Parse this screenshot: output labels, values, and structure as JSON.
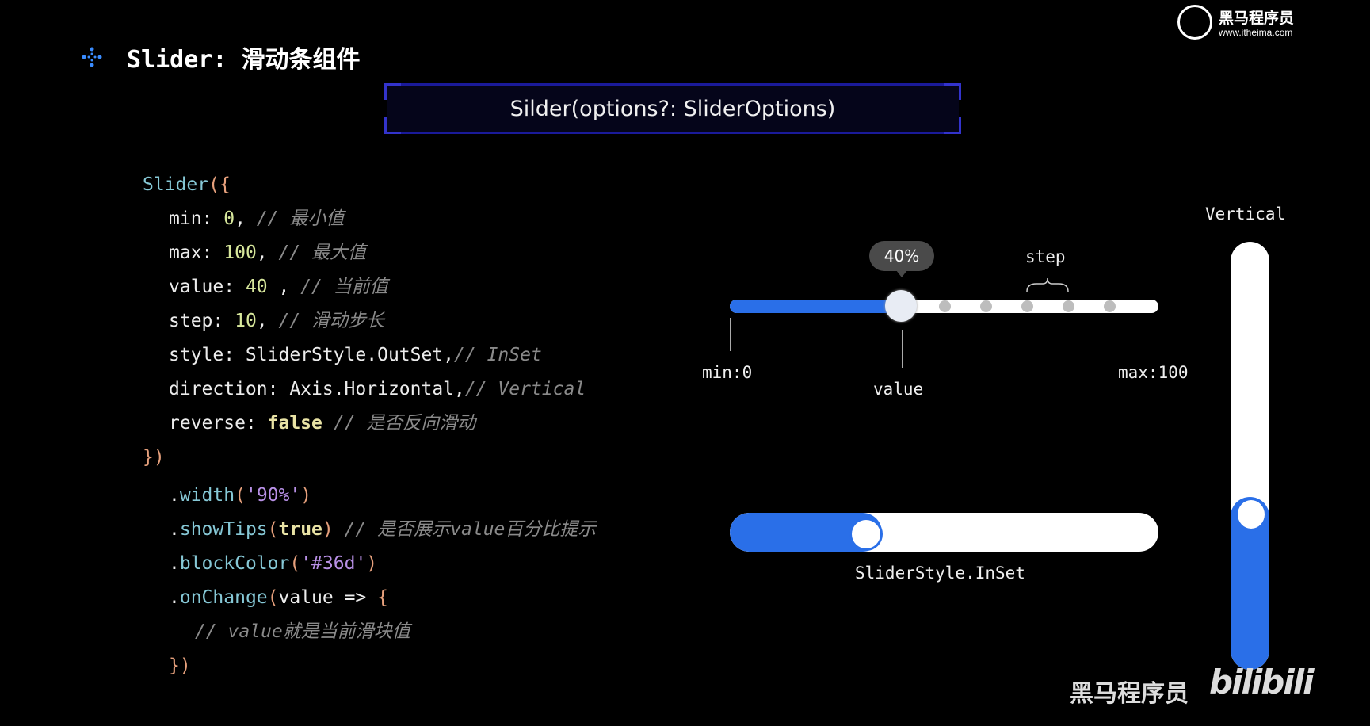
{
  "header": {
    "title": "Slider: 滑动条组件",
    "signature": "Silder(options?: SliderOptions)",
    "logo_name": "黑马程序员",
    "logo_url": "www.itheima.com"
  },
  "code": [
    {
      "indent": 0,
      "tokens": [
        [
          "fn",
          "Slider"
        ],
        [
          "par",
          "({"
        ]
      ]
    },
    {
      "indent": 1,
      "tokens": [
        [
          "key",
          "min: "
        ],
        [
          "num",
          "0"
        ],
        [
          "key",
          ", "
        ],
        [
          "cm",
          "// 最小值"
        ]
      ]
    },
    {
      "indent": 1,
      "tokens": [
        [
          "key",
          "max: "
        ],
        [
          "num",
          "100"
        ],
        [
          "key",
          ", "
        ],
        [
          "cm",
          "// 最大值"
        ]
      ]
    },
    {
      "indent": 1,
      "tokens": [
        [
          "key",
          "value: "
        ],
        [
          "num",
          "40"
        ],
        [
          "key",
          " , "
        ],
        [
          "cm",
          "// 当前值"
        ]
      ]
    },
    {
      "indent": 1,
      "tokens": [
        [
          "key",
          "step: "
        ],
        [
          "num",
          "10"
        ],
        [
          "key",
          ", "
        ],
        [
          "cm",
          "// 滑动步长"
        ]
      ]
    },
    {
      "indent": 1,
      "tokens": [
        [
          "key",
          "style: SliderStyle.OutSet,"
        ],
        [
          "cm",
          "// InSet"
        ]
      ]
    },
    {
      "indent": 1,
      "tokens": [
        [
          "key",
          "direction: Axis.Horizontal,"
        ],
        [
          "cm",
          "// Vertical"
        ]
      ]
    },
    {
      "indent": 1,
      "tokens": [
        [
          "key",
          "reverse: "
        ],
        [
          "kw",
          "false"
        ],
        [
          "key",
          " "
        ],
        [
          "cm",
          "// 是否反向滑动"
        ]
      ]
    },
    {
      "indent": 0,
      "tokens": [
        [
          "par",
          "})"
        ]
      ]
    },
    {
      "indent": 1,
      "tokens": [
        [
          "id",
          "."
        ],
        [
          "fn",
          "width"
        ],
        [
          "par",
          "("
        ],
        [
          "str",
          "'90%'"
        ],
        [
          "par",
          ")"
        ]
      ]
    },
    {
      "indent": 1,
      "tokens": [
        [
          "id",
          "."
        ],
        [
          "fn",
          "showTips"
        ],
        [
          "par",
          "("
        ],
        [
          "kw",
          "true"
        ],
        [
          "par",
          ")"
        ],
        [
          "key",
          " "
        ],
        [
          "cm",
          "// 是否展示value百分比提示"
        ]
      ]
    },
    {
      "indent": 1,
      "tokens": [
        [
          "id",
          "."
        ],
        [
          "fn",
          "blockColor"
        ],
        [
          "par",
          "("
        ],
        [
          "str",
          "'#36d'"
        ],
        [
          "par",
          ")"
        ]
      ]
    },
    {
      "indent": 1,
      "tokens": [
        [
          "id",
          "."
        ],
        [
          "fn",
          "onChange"
        ],
        [
          "par",
          "("
        ],
        [
          "id",
          "value => "
        ],
        [
          "par",
          "{"
        ]
      ]
    },
    {
      "indent": 2,
      "tokens": [
        [
          "cm",
          "// value就是当前滑块值"
        ]
      ]
    },
    {
      "indent": 1,
      "tokens": [
        [
          "par",
          "})"
        ]
      ]
    }
  ],
  "demo": {
    "tooltip": "40%",
    "step_label": "step",
    "min_label": "min:0",
    "value_label": "value",
    "max_label": "max:100",
    "inset_label": "SliderStyle.InSet",
    "vertical_label": "Vertical",
    "outset_value_percent": 40,
    "inset_value_percent": 30,
    "vertical_value_percent": 35
  },
  "watermark": {
    "name": "黑马程序员",
    "site": "bilibili"
  },
  "colors": {
    "accent": "#2a6fe8",
    "track": "#ffffff",
    "tooltip": "#4a4a4a"
  }
}
